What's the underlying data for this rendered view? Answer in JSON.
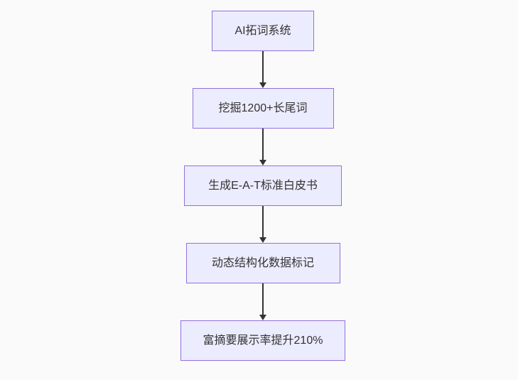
{
  "page": {
    "background_color": "#fafafa"
  },
  "flowchart": {
    "type": "vertical-flowchart",
    "node_fill_color": "#ECECFF",
    "node_border_color": "#9370DB",
    "text_color": "#333333",
    "arrow_color": "#333333",
    "nodes": [
      {
        "id": "n1",
        "label": "AI拓词系统"
      },
      {
        "id": "n2",
        "label": "挖掘1200+长尾词"
      },
      {
        "id": "n3",
        "label": "生成E-A-T标准白皮书"
      },
      {
        "id": "n4",
        "label": "动态结构化数据标记"
      },
      {
        "id": "n5",
        "label": "富摘要展示率提升210%"
      }
    ],
    "edges": [
      {
        "from": "n1",
        "to": "n2",
        "direction": "down"
      },
      {
        "from": "n2",
        "to": "n3",
        "direction": "down"
      },
      {
        "from": "n3",
        "to": "n4",
        "direction": "down"
      },
      {
        "from": "n4",
        "to": "n5",
        "direction": "down"
      }
    ]
  }
}
